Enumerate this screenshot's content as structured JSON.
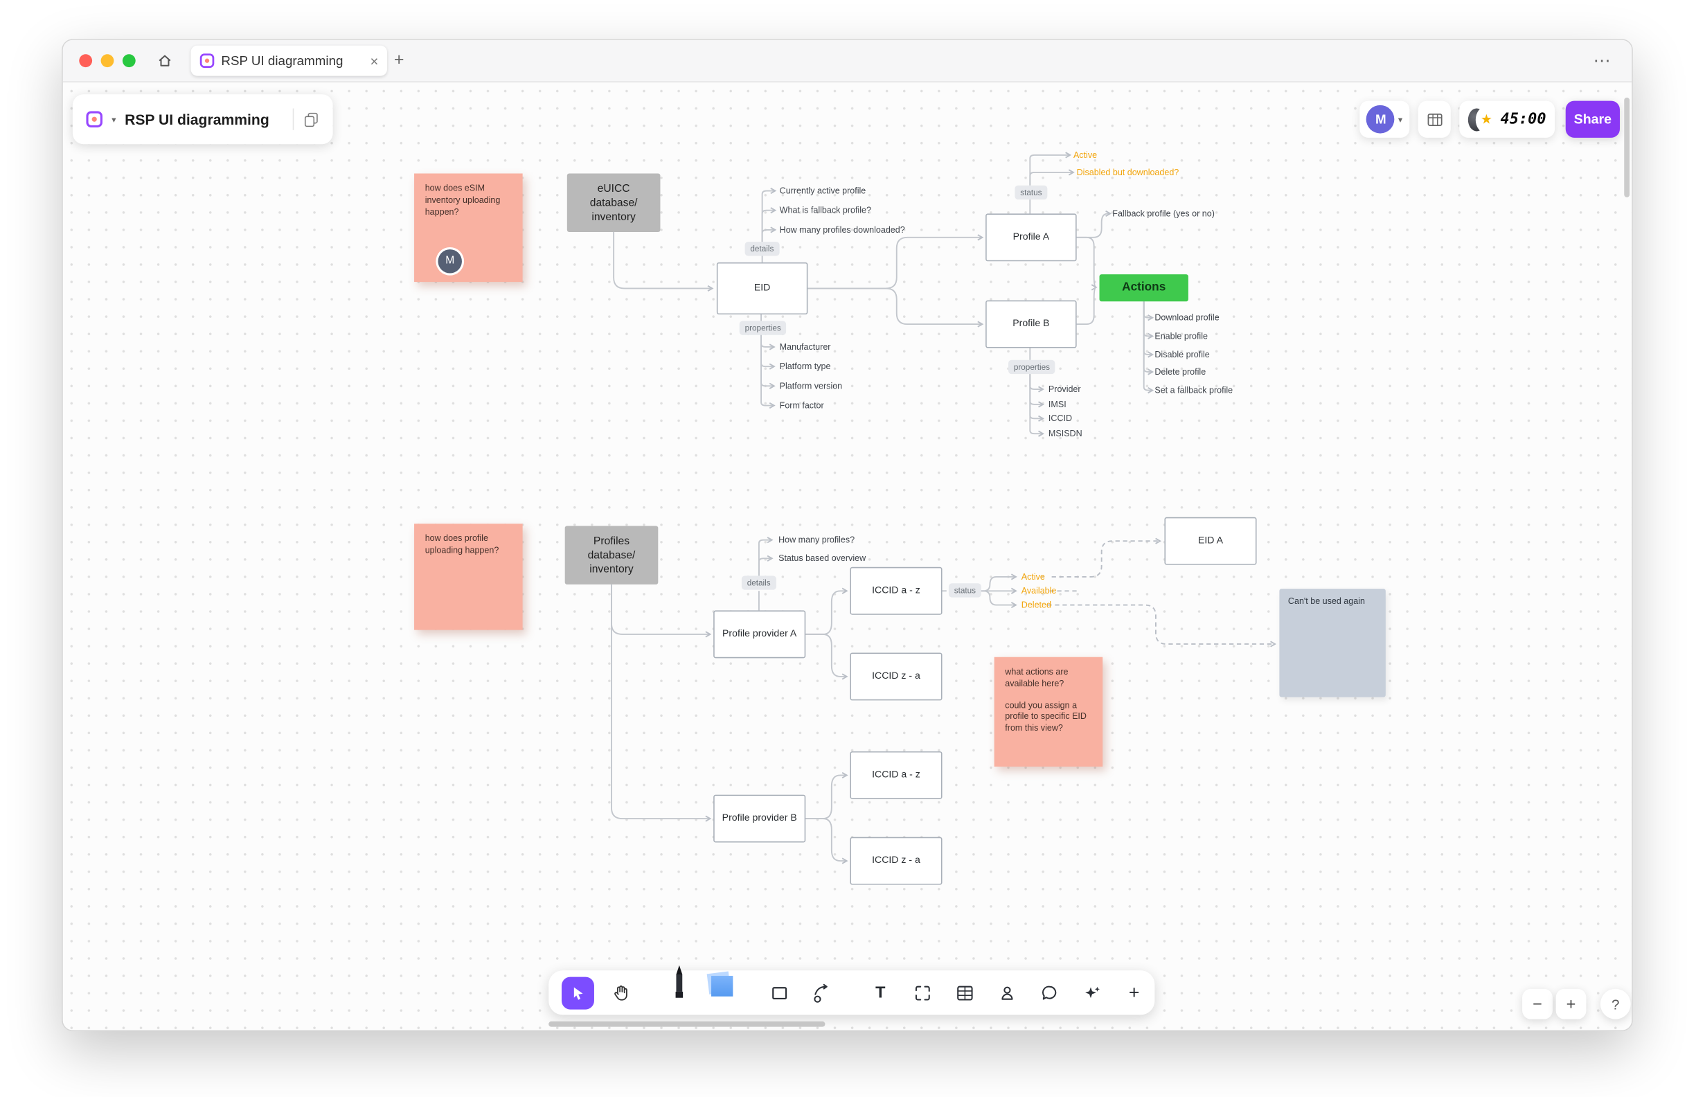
{
  "chrome": {
    "tab_title": "RSP UI diagramming",
    "close": "×",
    "new_tab": "+",
    "more": "⋯"
  },
  "topbar": {
    "title": "RSP UI diagramming",
    "avatar_initial": "M",
    "timer": "45:00",
    "share": "Share"
  },
  "toolbar": {
    "text_tool": "T",
    "plus_tool": "+"
  },
  "zoom": {
    "minus": "−",
    "plus": "+",
    "help": "?"
  },
  "colors": {
    "share_purple": "#8A38F5",
    "select_purple": "#7C4DFF",
    "sticky_salmon": "#F9B1A1",
    "actions_green": "#3FC94D",
    "status_orange": "#F2A40A"
  },
  "canvas": {
    "sticky_esim": {
      "text": "how does eSIM inventory uploading happen?",
      "avatar_initial": "M"
    },
    "sticky_profile": {
      "text": "how does profile uploading happen?"
    },
    "sticky_actions": {
      "line1": "what actions are available here?",
      "line2": "could you assign a profile to specific EID from this view?"
    },
    "c1": {
      "db": "eUICC database/ inventory",
      "eid": "EID",
      "details_tag": "details",
      "details": [
        "Currently active profile",
        "What is fallback profile?",
        "How many profiles downloaded?"
      ],
      "properties_tag": "properties",
      "properties": [
        "Manufacturer",
        "Platform type",
        "Platform version",
        "Form factor"
      ],
      "profile_a": "Profile A",
      "profile_b": "Profile B",
      "status_tag": "status",
      "status": [
        "Active",
        "Disabled but downloaded?"
      ],
      "fallback": "Fallback profile (yes or no)",
      "actions": "Actions",
      "action_items": [
        "Download profile",
        "Enable profile",
        "Disable profile",
        "Delete profile",
        "Set a fallback profile"
      ],
      "b_properties_tag": "properties",
      "b_properties": [
        "Provider",
        "IMSI",
        "ICCID",
        "MSISDN"
      ]
    },
    "c2": {
      "db": "Profiles database/ inventory",
      "provider_a": "Profile provider A",
      "provider_b": "Profile provider B",
      "details_tag": "details",
      "details": [
        "How many profiles?",
        "Status based overview"
      ],
      "iccid_az": "ICCID a - z",
      "iccid_za": "ICCID z - a",
      "status_tag": "status",
      "status": [
        "Active",
        "Available",
        "Deleted"
      ],
      "eid_a": "EID A",
      "cant": "Can't be used again"
    }
  }
}
